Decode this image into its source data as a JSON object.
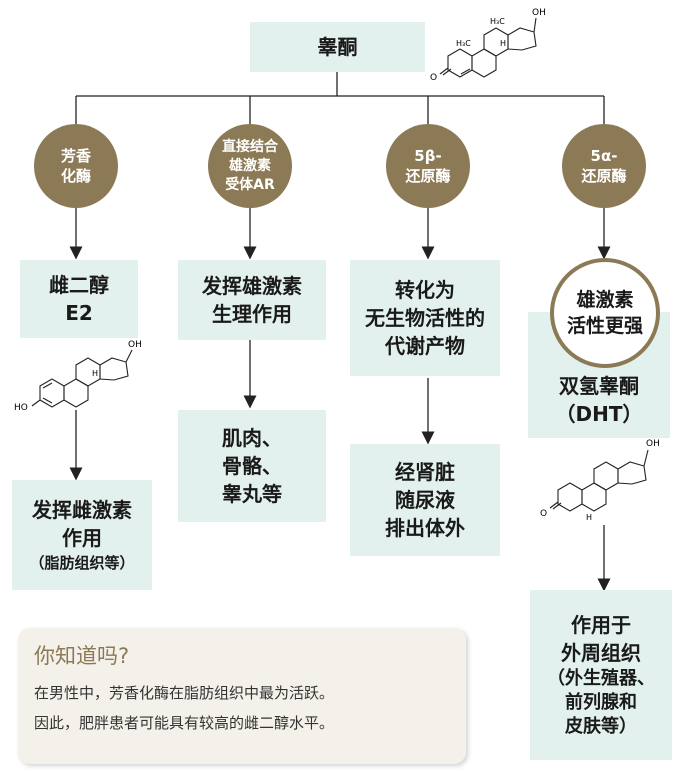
{
  "top": {
    "label": "睾酮"
  },
  "enzymes": [
    {
      "lines": [
        "芳香",
        "化酶"
      ]
    },
    {
      "lines": [
        "直接结合",
        "雄激素",
        "受体AR"
      ]
    },
    {
      "lines": [
        "5β-",
        "还原酶"
      ]
    },
    {
      "lines": [
        "5α-",
        "还原酶"
      ]
    }
  ],
  "products": {
    "e2": {
      "lines": [
        "雌二醇",
        "E2"
      ]
    },
    "androgen_effect": {
      "lines": [
        "发挥雄激素",
        "生理作用"
      ]
    },
    "inactive": {
      "lines": [
        "转化为",
        "无生物活性的",
        "代谢产物"
      ]
    },
    "stronger": {
      "lines": [
        "雄激素",
        "活性更强"
      ]
    },
    "dht": {
      "lines": [
        "双氢睾酮",
        "（DHT）"
      ]
    }
  },
  "effects": {
    "estrogen": {
      "lines": [
        "发挥雌激素",
        "作用"
      ],
      "note": "（脂肪组织等）"
    },
    "tissues": {
      "lines": [
        "肌肉、",
        "骨骼、",
        "睾丸等"
      ]
    },
    "excretion": {
      "lines": [
        "经肾脏",
        "随尿液",
        "排出体外"
      ]
    },
    "peripheral": {
      "lines": [
        "作用于",
        "外周组织"
      ],
      "note_lines": [
        "（外生殖器、",
        "前列腺和",
        "皮肤等）"
      ]
    }
  },
  "molecules": {
    "testosterone": {
      "labels": {
        "oh": "OH",
        "h3c_top": "H₃C",
        "h3c_left": "H₃C",
        "h": "H",
        "o": "O"
      }
    },
    "estradiol": {
      "labels": {
        "oh_top": "OH",
        "ho": "HO",
        "h": "H"
      }
    },
    "dht": {
      "labels": {
        "oh": "OH",
        "o": "O",
        "h": "H"
      }
    }
  },
  "info": {
    "title": "你知道吗?",
    "lines": [
      "在男性中，芳香化酶在脂肪组织中最为活跃。",
      "因此，肥胖患者可能具有较高的雌二醇水平。"
    ]
  },
  "colors": {
    "box_bg": "#e3f1ee",
    "enzyme": "#8b7a55",
    "note_bg": "#f4f1ea",
    "line": "#222222"
  }
}
